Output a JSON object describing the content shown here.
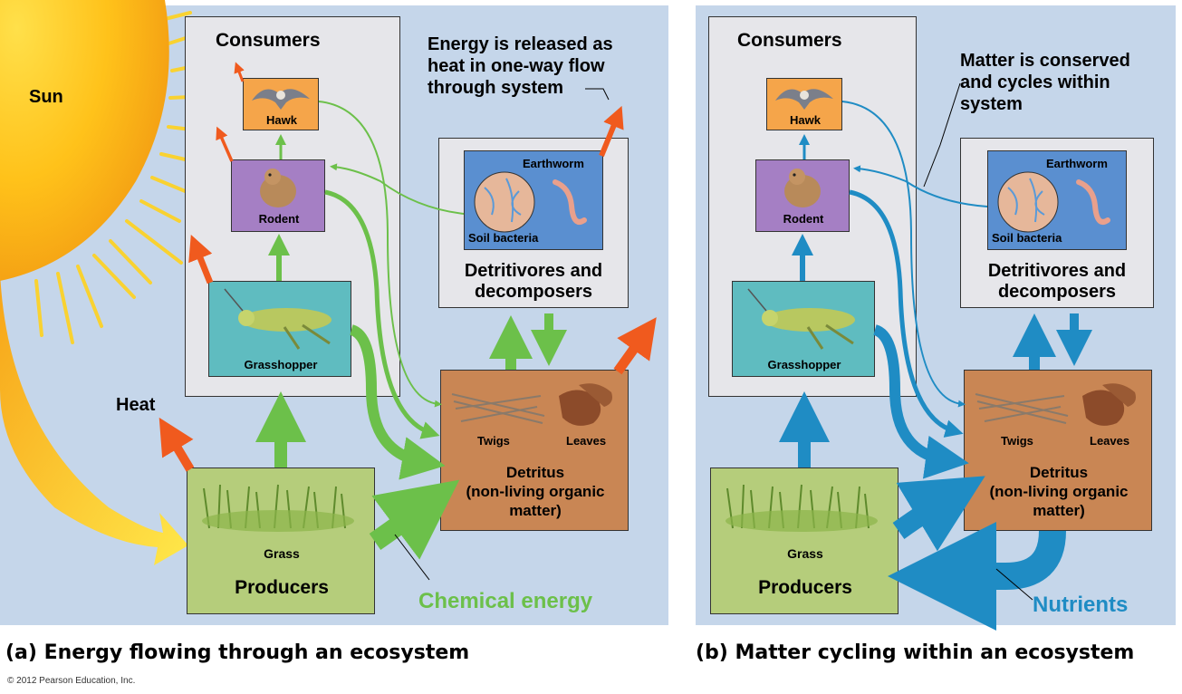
{
  "panel_a": {
    "sun_label": "Sun",
    "consumers": "Consumers",
    "hawk": "Hawk",
    "rodent": "Rodent",
    "grasshopper": "Grasshopper",
    "heat": "Heat",
    "energy_note": [
      "Energy is released as",
      "heat in one-way flow",
      "through system"
    ],
    "earthworm": "Earthworm",
    "soil_bacteria": "Soil bacteria",
    "detritivores": [
      "Detritivores and",
      "decomposers"
    ],
    "twigs": "Twigs",
    "leaves": "Leaves",
    "detritus": [
      "Detritus",
      "(non-living organic",
      "matter)"
    ],
    "grass": "Grass",
    "producers": "Producers",
    "flow_label": "Chemical energy",
    "caption": "(a) Energy flowing through an ecosystem"
  },
  "panel_b": {
    "consumers": "Consumers",
    "hawk": "Hawk",
    "rodent": "Rodent",
    "grasshopper": "Grasshopper",
    "matter_note": [
      "Matter is conserved",
      "and cycles within",
      "system"
    ],
    "earthworm": "Earthworm",
    "soil_bacteria": "Soil bacteria",
    "detritivores": [
      "Detritivores and",
      "decomposers"
    ],
    "twigs": "Twigs",
    "leaves": "Leaves",
    "detritus": [
      "Detritus",
      "(non-living organic",
      "matter)"
    ],
    "grass": "Grass",
    "producers": "Producers",
    "flow_label": "Nutrients",
    "caption": "(b) Matter cycling within an ecosystem"
  },
  "copyright": "© 2012 Pearson Education, Inc.",
  "colors": {
    "panel_bg": "#c5d6ea",
    "energy_green": "#6cc04a",
    "heat_red": "#f05a1e",
    "nutrient_blue": "#1f8cc4",
    "hawk_box": "#f5a54a",
    "rodent_box": "#a57fc4",
    "grasshopper_box": "#5fbcc0",
    "detritivore_box": "#5a8fd0",
    "detritus_box": "#c98654",
    "producer_box": "#b5cd7b"
  }
}
